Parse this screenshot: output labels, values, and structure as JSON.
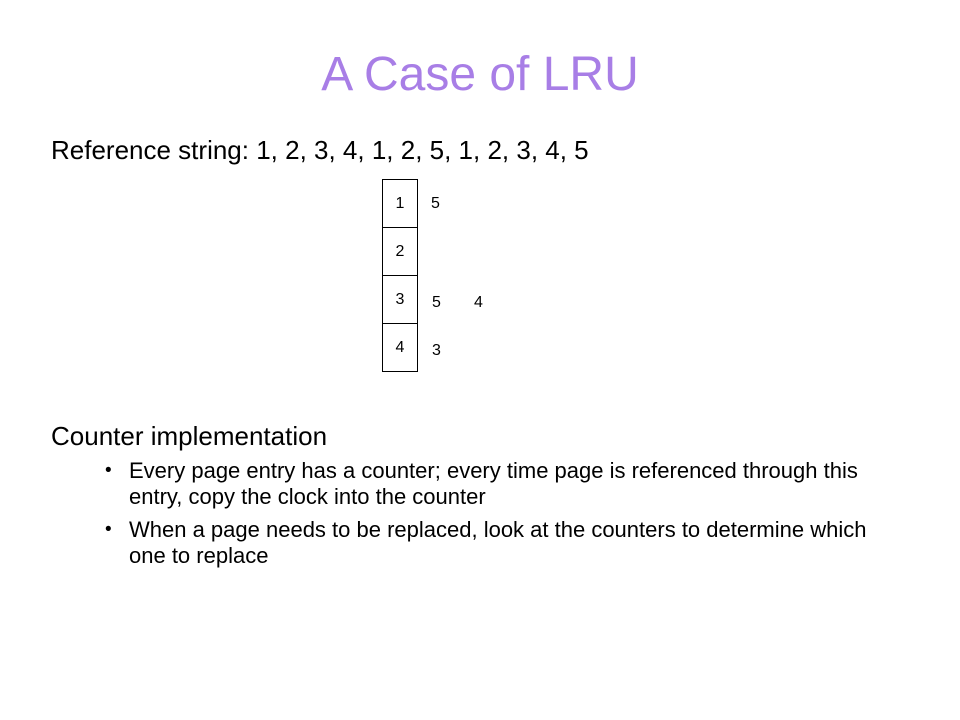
{
  "slide": {
    "title": "A Case of LRU",
    "reference_string": "Reference string: 1, 2, 3, 4, 1, 2, 5, 1, 2, 3, 4, 5",
    "frames": [
      "1",
      "2",
      "3",
      "4"
    ],
    "annotations": [
      "5",
      "5",
      "4",
      "3"
    ],
    "section_heading": "Counter implementation",
    "bullets": [
      "Every page entry has a counter; every time page is referenced through this entry, copy the clock into the counter",
      "When a page needs to be replaced, look at the counters to determine which one to replace"
    ],
    "bullet_symbol": "•"
  },
  "colors": {
    "title": "#a87ee6",
    "text": "#000000",
    "background": "#ffffff"
  }
}
